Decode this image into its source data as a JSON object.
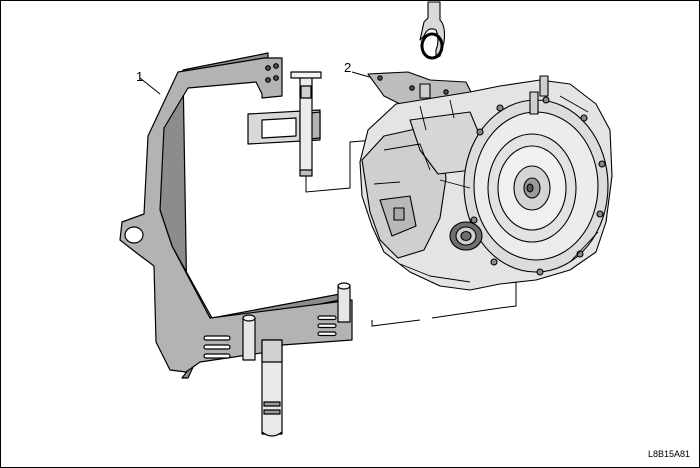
{
  "callouts": {
    "item1": "1",
    "item2": "2"
  },
  "figure_code": "L8B15A81",
  "colors": {
    "line": "#000000",
    "fixture_fill": "#b3b3b3",
    "fixture_shadow": "#8c8c8c",
    "metal_light": "#e6e6e6",
    "metal_mid": "#c8c8c8",
    "metal_dark": "#6e6e6e"
  }
}
